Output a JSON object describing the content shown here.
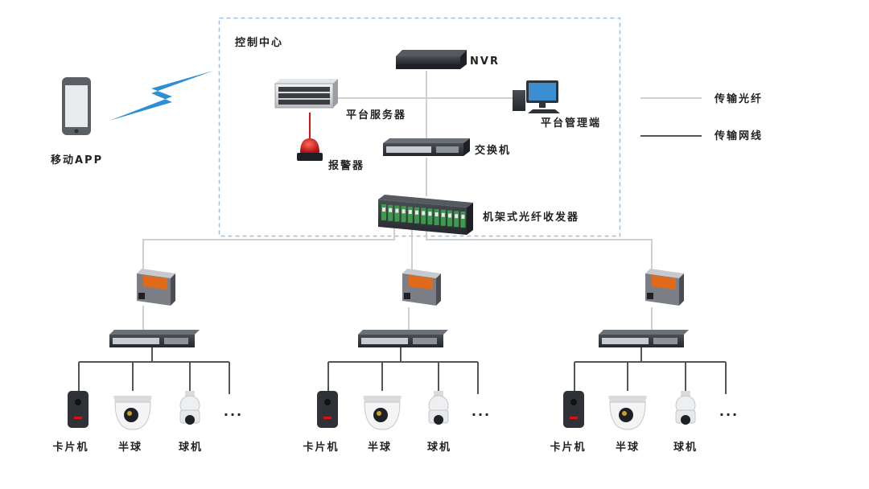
{
  "control_center": {
    "title": "控制中心"
  },
  "devices": {
    "nvr": "NVR",
    "platform_server": "平台服务器",
    "platform_manager": "平台管理端",
    "alarm": "报警器",
    "switch": "交换机",
    "rack_transceiver": "机架式光纤收发器"
  },
  "mobile": {
    "label": "移动APP"
  },
  "legend": {
    "fiber": "传输光纤",
    "network_cable": "传输网线"
  },
  "branches": [
    {
      "items": [
        "卡片机",
        "半球",
        "球机"
      ],
      "more": "···"
    },
    {
      "items": [
        "卡片机",
        "半球",
        "球机"
      ],
      "more": "···"
    },
    {
      "items": [
        "卡片机",
        "半球",
        "球机"
      ],
      "more": "···"
    }
  ],
  "colors": {
    "fiber_line": "#cfcfcf",
    "cable_line": "#555555",
    "frame_dash": "#9fbfdc",
    "lightning": "#2d8fd6",
    "device_dark": "#2f3338",
    "alarm_red": "#d8141b",
    "transceiver_orange": "#e06a1a"
  }
}
